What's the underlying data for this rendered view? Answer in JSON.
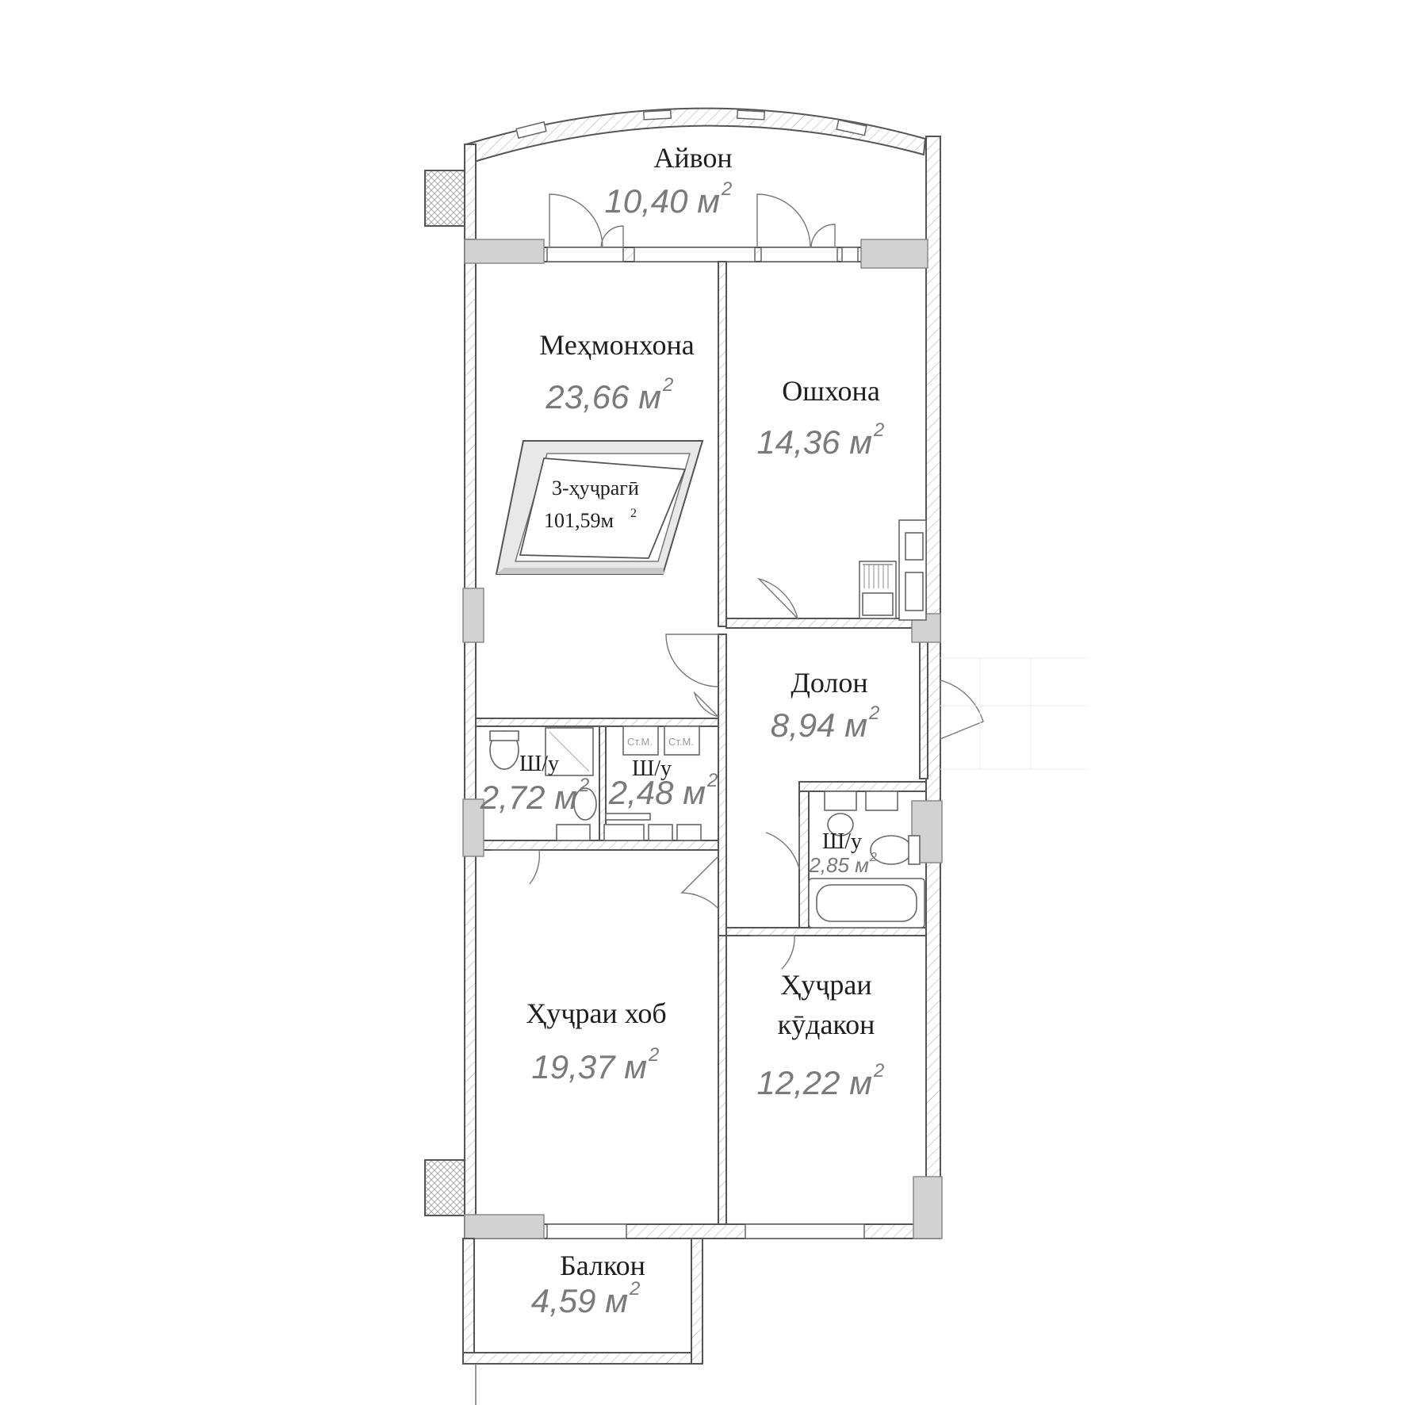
{
  "rooms": {
    "ayvon": {
      "name": "Айвон",
      "area": "10,40 м",
      "sup": "2"
    },
    "mehmonkhona": {
      "name": "Меҳмонхона",
      "area": "23,66 м",
      "sup": "2"
    },
    "oshkhona": {
      "name": "Ошхона",
      "area": "14,36 м",
      "sup": "2"
    },
    "dolon": {
      "name": "Долон",
      "area": "8,94 м",
      "sup": "2"
    },
    "wc1": {
      "name": "Ш/у",
      "area": "2,72 м",
      "sup": "2"
    },
    "wc2": {
      "name": "Ш/у",
      "area": "2,48 м",
      "sup": "2"
    },
    "wc3": {
      "name": "Ш/у",
      "area": "2,85 м",
      "sup": "2"
    },
    "khob": {
      "name": "Ҳуҷраи хоб",
      "area": "19,37 м",
      "sup": "2"
    },
    "kudakon": {
      "name_line1": "Ҳуҷраи",
      "name_line2": "кӯдакон",
      "area": "12,22 м",
      "sup": "2"
    },
    "balkon": {
      "name": "Балкон",
      "area": "4,59 м",
      "sup": "2"
    }
  },
  "logo": {
    "line1": "3-ҳуҷрагӣ",
    "line2": "101,59м",
    "sup": "2"
  },
  "fixtures": {
    "washer_label": "Ст.М."
  },
  "colors": {
    "wall_stroke": "#555555",
    "pillar_fill": "#d2d2d2",
    "area_text": "#7a7a7a",
    "name_text": "#1e1e1e"
  }
}
